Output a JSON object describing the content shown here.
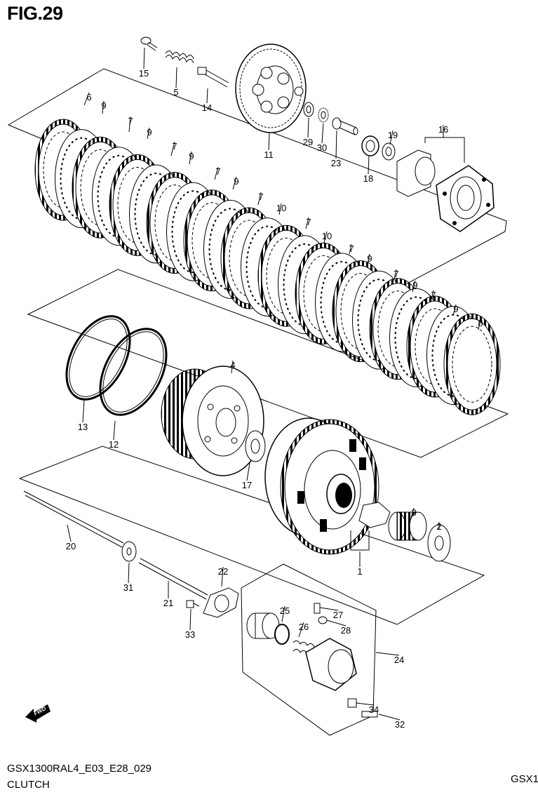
{
  "figure": {
    "title": "FIG.29"
  },
  "footer": {
    "model": "GSX1300RAL4_E03_E28_029",
    "section": "CLUTCH",
    "corner": "GSX1"
  },
  "direction_badge": {
    "label": "FWD"
  },
  "callouts": [
    "15",
    "5",
    "14",
    "11",
    "29",
    "30",
    "23",
    "19",
    "16",
    "18",
    "6",
    "9",
    "7",
    "9",
    "7",
    "9",
    "7",
    "9",
    "7",
    "10",
    "7",
    "10",
    "7",
    "9",
    "7",
    "9",
    "7",
    "9",
    "8",
    "4",
    "13",
    "12",
    "17",
    "3",
    "2",
    "1",
    "20",
    "31",
    "22",
    "21",
    "33",
    "25",
    "27",
    "28",
    "26",
    "24",
    "34",
    "32"
  ]
}
